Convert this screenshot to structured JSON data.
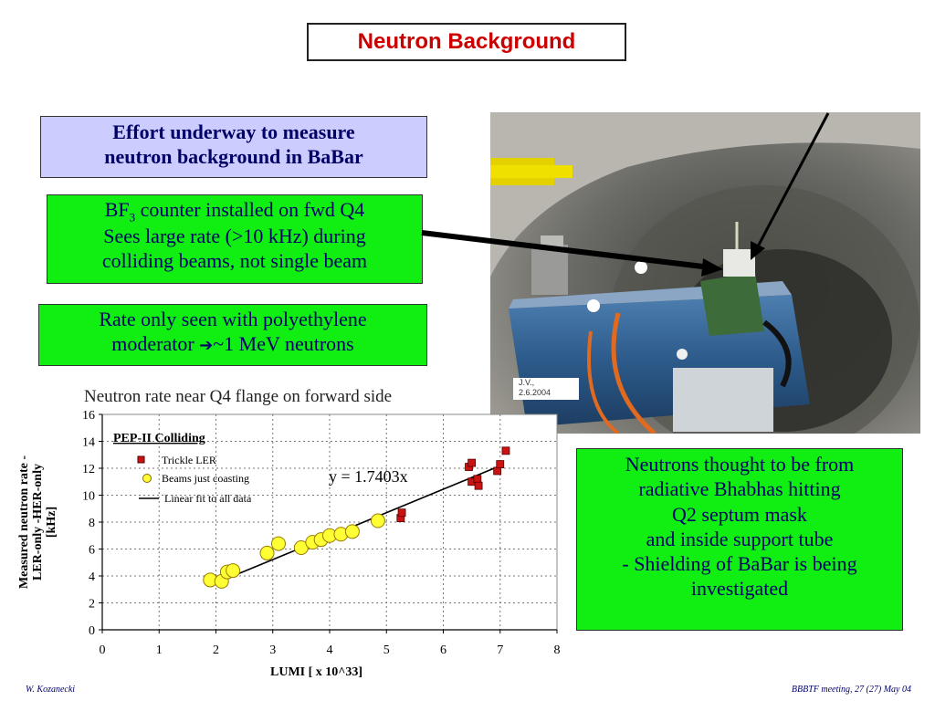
{
  "slide": {
    "title": "Neutron Background",
    "box_effort": [
      "Effort underway to measure",
      "neutron background in BaBar"
    ],
    "box_bf3": {
      "line1_prefix": "BF",
      "line1_sub": "3",
      "line1_suffix": " counter installed on fwd Q4",
      "line2": "Sees large rate (>10 kHz) during",
      "line3": "colliding beams, not single beam"
    },
    "box_rate": {
      "line1": "Rate only seen with polyethylene",
      "line2_prefix": "moderator ",
      "line2_arrow": "➔",
      "line2_suffix": "~1 MeV neutrons"
    },
    "box_neutrons": [
      "Neutrons thought to be from",
      "radiative Bhabhas hitting",
      "Q2 septum mask",
      "and inside support tube",
      "- Shielding of BaBar is being",
      "investigated"
    ],
    "photo_stamp": [
      "J.V.,",
      "2.6.2004"
    ],
    "footer_left": "W. Kozanecki",
    "footer_right": "BBBTF meeting, 27 (27) May 04"
  },
  "colors": {
    "title_red": "#cc0000",
    "text_navy": "#000066",
    "green_box": "#11ee11",
    "blue_box": "#ccccff",
    "trickle_red": "#cc1111",
    "coasting_yellow": "#ffff33"
  },
  "chart_data": {
    "type": "scatter",
    "title": "Neutron rate near Q4 flange on forward side",
    "inset_label": "PEP-II Colliding",
    "xlabel": "LUMI [ x 10^33]",
    "ylabel": [
      "Measured neutron rate -",
      "LER-only -HER-only",
      "[kHz]"
    ],
    "xlim": [
      0,
      8
    ],
    "ylim": [
      0,
      16
    ],
    "xticks": [
      "0",
      "1",
      "2",
      "3",
      "4",
      "5",
      "6",
      "7",
      "8"
    ],
    "yticks": [
      "0",
      "2",
      "4",
      "6",
      "8",
      "10",
      "12",
      "14",
      "16"
    ],
    "grid": true,
    "legend_position": "top-left",
    "fit_label": "y = 1.7403x",
    "series": [
      {
        "name": "Trickle LER",
        "marker": "square",
        "color": "#cc1111",
        "points": [
          [
            5.25,
            8.3
          ],
          [
            5.27,
            8.7
          ],
          [
            6.45,
            12.1
          ],
          [
            6.5,
            12.4
          ],
          [
            6.5,
            11.0
          ],
          [
            6.6,
            11.2
          ],
          [
            6.62,
            10.7
          ],
          [
            6.95,
            11.8
          ],
          [
            7.0,
            12.3
          ],
          [
            7.1,
            13.3
          ]
        ]
      },
      {
        "name": "Beams just coasting",
        "marker": "circle",
        "color": "#ffff33",
        "points": [
          [
            1.9,
            3.7
          ],
          [
            2.1,
            3.6
          ],
          [
            2.2,
            4.3
          ],
          [
            2.3,
            4.4
          ],
          [
            2.9,
            5.7
          ],
          [
            3.1,
            6.4
          ],
          [
            3.5,
            6.1
          ],
          [
            3.7,
            6.5
          ],
          [
            3.85,
            6.7
          ],
          [
            4.0,
            7.0
          ],
          [
            4.2,
            7.1
          ],
          [
            4.4,
            7.3
          ],
          [
            4.85,
            8.1
          ]
        ]
      },
      {
        "name": "Linear fit to all data",
        "type": "line",
        "color": "#000000",
        "points": [
          [
            1.9,
            3.3
          ],
          [
            7.05,
            12.27
          ]
        ]
      }
    ]
  }
}
